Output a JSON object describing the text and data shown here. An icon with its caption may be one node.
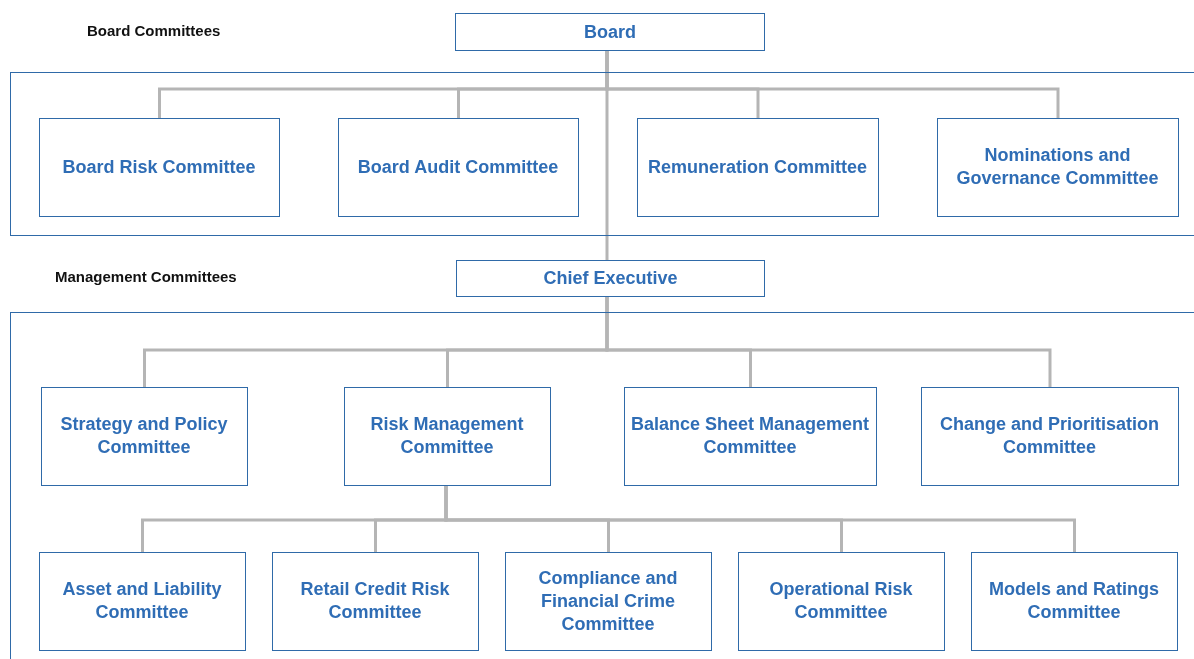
{
  "diagram": {
    "nodes": [
      {
        "text": [
          "Board"
        ]
      },
      {
        "text": [
          "Board Committees"
        ]
      },
      {
        "text": [
          "Board Risk Committee"
        ],
        "in": 1
      },
      {
        "text": [
          "Board Audit Committee"
        ],
        "in": 1
      },
      {
        "text": [
          "Remuneration Committee"
        ],
        "in": 1
      },
      {
        "text": [
          "Nominations and Governance Committee"
        ],
        "in": 1
      },
      {
        "text": [
          "Chief Executive"
        ]
      },
      {
        "text": [
          "Management Committees"
        ]
      },
      {
        "text": [
          "Strategy and Policy Committee"
        ],
        "in": 7
      },
      {
        "text": [
          "Risk Management Committee"
        ],
        "in": 7
      },
      {
        "text": [
          "Balance Sheet Management Committee"
        ],
        "in": 7
      },
      {
        "text": [
          "Change and Prioritisation Committee"
        ],
        "in": 7
      },
      {
        "text": [
          "Asset and Liability Committee"
        ],
        "in": 7
      },
      {
        "text": [
          "Retail Credit Risk Committee"
        ],
        "in": 7
      },
      {
        "text": [
          "Compliance and Financial Crime Committee"
        ],
        "in": 7
      },
      {
        "text": [
          "Operational Risk Committee"
        ],
        "in": 7
      },
      {
        "text": [
          "Models and Ratings Committee"
        ],
        "in": 7
      }
    ],
    "edges": [
      {
        "from": 0,
        "to": 2,
        "arrow": "none"
      },
      {
        "from": 0,
        "to": 3,
        "arrow": "none"
      },
      {
        "from": 0,
        "to": 4,
        "arrow": "none"
      },
      {
        "from": 0,
        "to": 5,
        "arrow": "none"
      },
      {
        "from": 0,
        "to": 6,
        "arrow": "none"
      },
      {
        "from": 6,
        "to": 8,
        "arrow": "none"
      },
      {
        "from": 6,
        "to": 9,
        "arrow": "none"
      },
      {
        "from": 6,
        "to": 10,
        "arrow": "none"
      },
      {
        "from": 6,
        "to": 11,
        "arrow": "none"
      },
      {
        "from": 9,
        "to": 12,
        "arrow": "none"
      },
      {
        "from": 9,
        "to": 13,
        "arrow": "none"
      },
      {
        "from": 9,
        "to": 14,
        "arrow": "none"
      },
      {
        "from": 9,
        "to": 15,
        "arrow": "none"
      },
      {
        "from": 9,
        "to": 16,
        "arrow": "none"
      }
    ]
  }
}
